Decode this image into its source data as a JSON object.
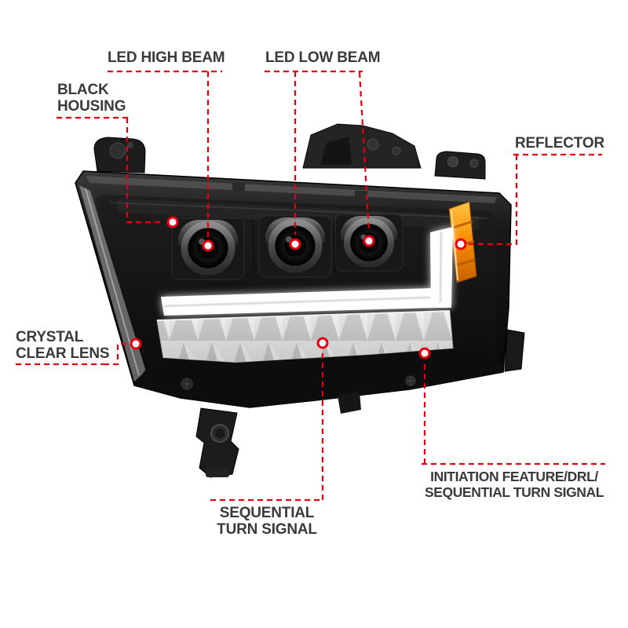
{
  "diagram": {
    "accent_color": "#e60012",
    "label_color": "#3a3a3a",
    "callouts": {
      "high_beam": {
        "label": "LED HIGH BEAM"
      },
      "low_beam": {
        "label": "LED LOW BEAM"
      },
      "black_housing": {
        "line1": "BLACK",
        "line2": "HOUSING"
      },
      "reflector": {
        "label": "REFLECTOR"
      },
      "crystal_lens": {
        "line1": "CRYSTAL",
        "line2": "CLEAR LENS"
      },
      "sequential": {
        "line1": "SEQUENTIAL",
        "line2": "TURN SIGNAL"
      },
      "initiation": {
        "line1": "INITIATION FEATURE/DRL/",
        "line2": "SEQUENTIAL TURN SIGNAL"
      }
    }
  }
}
